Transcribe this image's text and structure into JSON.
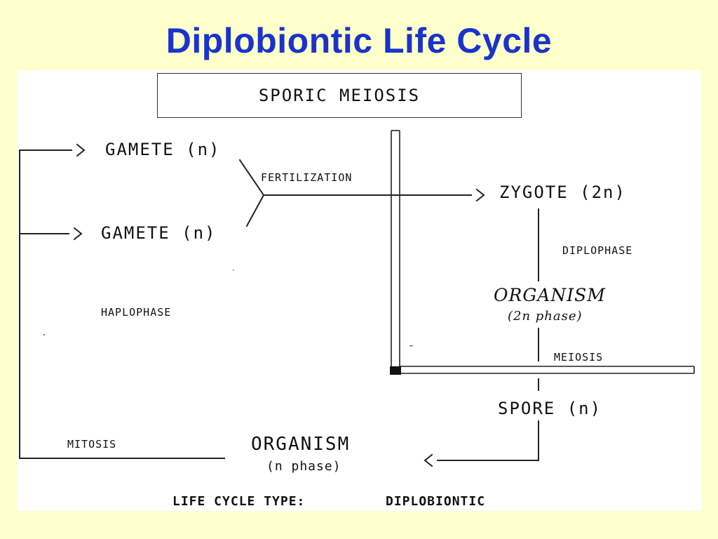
{
  "slide": {
    "title": "Diplobiontic Life Cycle"
  },
  "diagram": {
    "header_box": "SPORIC MEIOSIS",
    "nodes": {
      "gamete_1": "GAMETE (n)",
      "gamete_2": "GAMETE (n)",
      "zygote": "ZYGOTE (2n)",
      "organism_2n": "ORGANISM",
      "organism_2n_phase": "(2n phase)",
      "spore": "SPORE (n)",
      "organism_n": "ORGANISM",
      "organism_n_phase": "(n phase)"
    },
    "process_labels": {
      "fertilization": "FERTILIZATION",
      "diplophase": "DIPLOPHASE",
      "haplophase": "HAPLOPHASE",
      "meiosis": "MEIOSIS",
      "mitosis": "MITOSIS"
    },
    "footer": {
      "label": "LIFE CYCLE TYPE:",
      "value": "DIPLOBIONTIC"
    }
  }
}
